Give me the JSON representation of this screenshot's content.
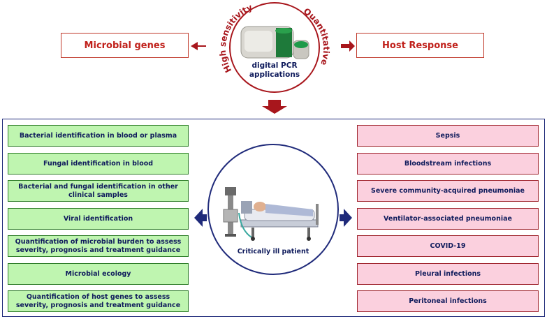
{
  "top": {
    "left_box": "Microbial genes",
    "right_box": "Host Response",
    "center_line1": "digital PCR",
    "center_line2": "applications",
    "arc_left": "High sensitivity",
    "arc_right": "Quantitative"
  },
  "center": {
    "patient_label": "Critically ill patient"
  },
  "left_items": [
    "Bacterial identification in blood or plasma",
    "Fungal identification in blood",
    "Bacterial and fungal identification in other clinical samples",
    "Viral identification",
    "Quantification of microbial burden to assess severity, prognosis and treatment guidance",
    "Microbial ecology",
    "Quantification of host genes to assess severity, prognosis and treatment guidance"
  ],
  "right_items": [
    "Sepsis",
    "Bloodstream infections",
    "Severe community-acquired pneumoniae",
    "Ventilator-associated pneumoniae",
    "COVID-19",
    "Pleural infections",
    "Peritoneal infections"
  ],
  "colors": {
    "red": "#a8161c",
    "navy": "#1f2a7a",
    "green_fill": "#bff5b0",
    "pink_fill": "#fbd0de"
  }
}
